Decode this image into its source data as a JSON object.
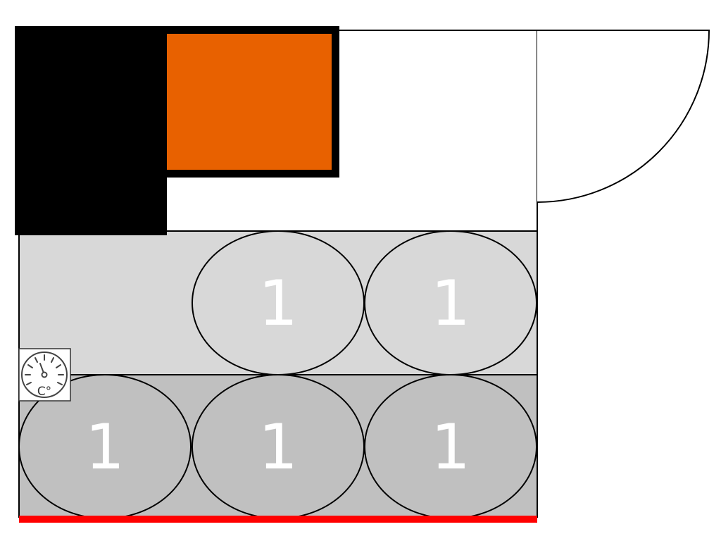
{
  "colors": {
    "background": "#ffffff",
    "outline": "#000000",
    "wall_block": "#000000",
    "heater": "#e86100",
    "zone_upper": "#d8d8d8",
    "zone_lower": "#c0c0c0",
    "slot_upper": "#d8d8d8",
    "slot_lower": "#c0c0c0",
    "slot_label": "#ffffff",
    "edge_bar": "#ff0000",
    "thermometer_face": "#ffffff",
    "thermometer_ink": "#444444"
  },
  "icons": {
    "door": "door-swing-icon",
    "thermometer": "thermometer-icon"
  },
  "thermometer": {
    "label": "C°"
  },
  "zones": {
    "upper": {
      "slots": [
        {
          "label": "1"
        },
        {
          "label": "1"
        }
      ]
    },
    "lower": {
      "slots": [
        {
          "label": "1"
        },
        {
          "label": "1"
        },
        {
          "label": "1"
        }
      ]
    }
  }
}
